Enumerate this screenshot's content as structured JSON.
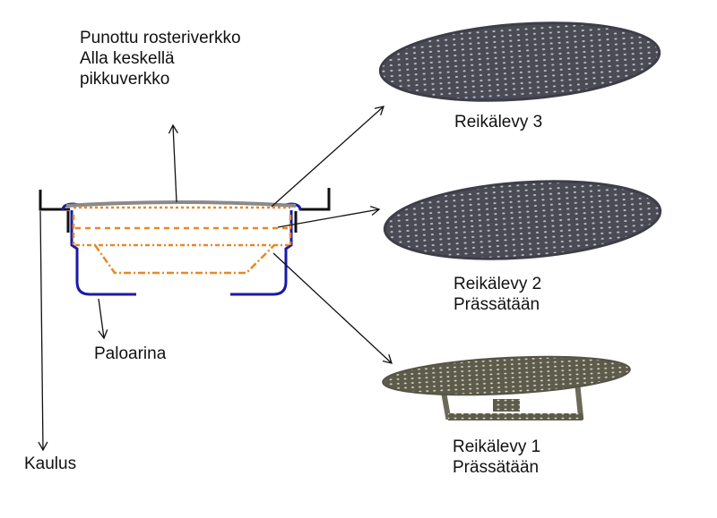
{
  "labels": {
    "top_mesh": [
      "Punottu rosteriverkko",
      "Alla keskellä",
      "pikkuverkko"
    ],
    "plate3": [
      "Reikälevy 3"
    ],
    "plate2": [
      "Reikälevy 2",
      "Prässätään"
    ],
    "plate1": [
      "Reikälevy 1",
      "Prässätään"
    ],
    "fire_grate": "Paloarina",
    "collar": "Kaulus"
  },
  "colors": {
    "outline_black": "#111111",
    "body_blue": "#1a1aa6",
    "plates_orange": "#e8882a",
    "mesh_gray": "#8a8a8a",
    "plate_dark": "#4a4b55"
  }
}
